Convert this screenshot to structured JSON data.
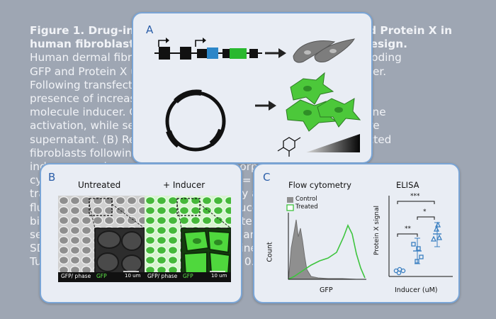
{
  "caption": {
    "lines": [
      "Figure 1. Drug-inducible expression of GFP and secreted Protein X in",
      "human fibroblasts. (A) Schematic of the experimental design.",
      "Human dermal fibroblasts were transfected with a plasmid encoding",
      "GFP and Protein X under the control of a drug-inducible promoter.",
      "Following transfection, cells were cultured for five days in the",
      "presence of increasing concentrations (0–100 uM) of the small-",
      "molecule inducer. GFP served as a live-cell reporter for transgene",
      "activation, while secreted Protein X was measured in the culture",
      "supernatant. (B) Representative microscopy images of transfected",
      "fibroblasts following treatment. Cells treated with 0 or 100 uM",
      "inducer were imaged to capture cell morphology (phase) and",
      "cytoplasmic GFP expression. Scale bar = 10 um. (C) Quantification of",
      "transgene expression by flow cytometry and ELISA. GFP",
      "fluorescence was measured across inducer concentrations (n = 3",
      "biological replicates per condition). Protein X measurements of",
      "secreted protein in supernatants. Data are presented as mean ±",
      "SD. Statistical significance was determined by one-way ANOVA with",
      "Tukey's post-hoc test (*p < 0.05, **p ≤ 0.01)."
    ]
  },
  "panelA": {
    "label": "A"
  },
  "panelB": {
    "label": "B",
    "untreated_title": "Untreated",
    "inducer_title": "+ Inducer",
    "untreated_caption_phase": "GFP/ phase",
    "untreated_caption_gfp": "GFP",
    "untreated_scale": "10 um",
    "inducer_caption_phase": "GFP/ phase",
    "inducer_caption_gfp": "GFP",
    "inducer_scale": "10 um",
    "colors": {
      "green": "#3fb43f",
      "bright_green": "#5fe84a",
      "gray": "#8a8a8a"
    }
  },
  "panelC": {
    "label": "C",
    "flow_title": "Flow cytometry",
    "elisa_title": "ELISA",
    "legend_control": "Control",
    "legend_treated": "Treated",
    "flow_ylabel": "Count",
    "flow_xlabel": "GFP",
    "elisa_ylabel": "Protein X signal",
    "elisa_xlabel": "Inducer (uM)",
    "sig_outer": "***",
    "sig_left": "**",
    "sig_right": "*",
    "colors": {
      "control": "#8f8f8f",
      "treated": "#3ec43e",
      "points": "#3a7fc1"
    }
  }
}
